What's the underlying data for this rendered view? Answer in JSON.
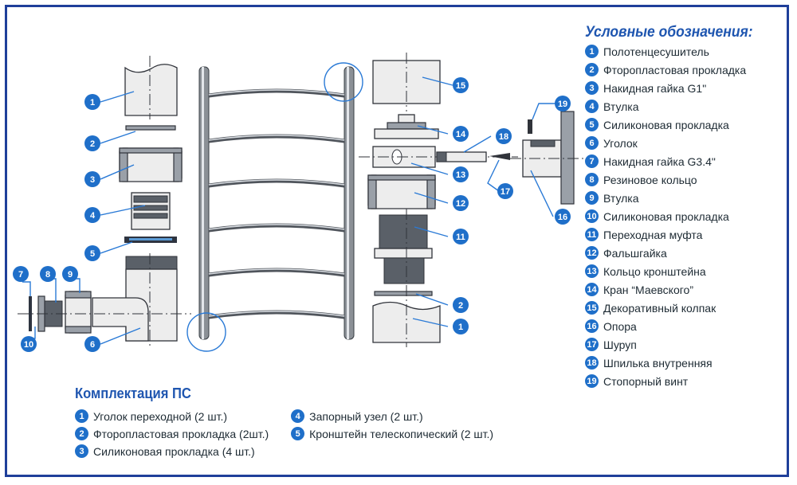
{
  "legend": {
    "title": "Условные обозначения:",
    "items": [
      {
        "num": "1",
        "text": "Полотенцесушитель"
      },
      {
        "num": "2",
        "text": "Фторопластовая прокладка"
      },
      {
        "num": "3",
        "text": "Накидная гайка G1\""
      },
      {
        "num": "4",
        "text": "Втулка"
      },
      {
        "num": "5",
        "text": "Силиконовая прокладка"
      },
      {
        "num": "6",
        "text": "Уголок"
      },
      {
        "num": "7",
        "text": "Накидная гайка G3.4\""
      },
      {
        "num": "8",
        "text": "Резиновое кольцо"
      },
      {
        "num": "9",
        "text": "Втулка"
      },
      {
        "num": "10",
        "text": "Силиконовая прокладка"
      },
      {
        "num": "11",
        "text": "Переходная муфта"
      },
      {
        "num": "12",
        "text": "Фальшгайка"
      },
      {
        "num": "13",
        "text": "Кольцо кронштейна"
      },
      {
        "num": "14",
        "text": "Кран “Маевского”"
      },
      {
        "num": "15",
        "text": "Декоративный колпак"
      },
      {
        "num": "16",
        "text": "Опора"
      },
      {
        "num": "17",
        "text": "Шуруп"
      },
      {
        "num": "18",
        "text": "Шпилька внутренняя"
      },
      {
        "num": "19",
        "text": "Стопорный винт"
      }
    ]
  },
  "kit": {
    "title": "Комплектация ПС",
    "left": [
      {
        "num": "1",
        "text": "Уголок переходной (2 шт.)"
      },
      {
        "num": "2",
        "text": "Фторопластовая прокладка (2шт.)"
      },
      {
        "num": "3",
        "text": "Силиконовая прокладка (4 шт.)"
      }
    ],
    "right": [
      {
        "num": "4",
        "text": "Запорный узел (2 шт.)"
      },
      {
        "num": "5",
        "text": "Кронштейн телескопический (2 шт.)"
      }
    ]
  },
  "callouts": [
    "1",
    "2",
    "3",
    "4",
    "5",
    "6",
    "7",
    "8",
    "9",
    "10",
    "15",
    "14",
    "18",
    "13",
    "12",
    "11",
    "2",
    "1",
    "19",
    "17",
    "16"
  ],
  "colors": {
    "accent": "#1f6fc9",
    "title": "#1f56b0",
    "frame": "#1f3f9a"
  }
}
